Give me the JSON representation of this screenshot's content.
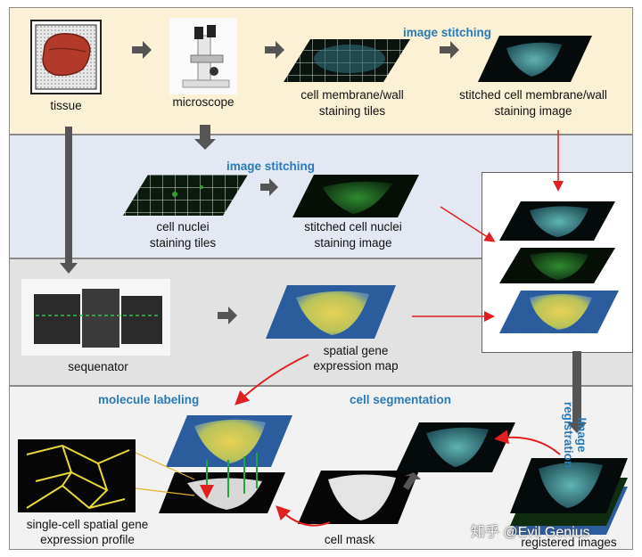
{
  "colors": {
    "panel1_bg": "#fbf1d5",
    "panel2_bg": "#e4e8f2",
    "panel3_bg": "#e2e2e2",
    "panel4_bg": "#f2f2f2",
    "title_blue": "#2a7ab8",
    "red_arrow": "#e02020",
    "gray_arrow": "#555555"
  },
  "panel1": {
    "tissue": "tissue",
    "microscope": "microscope",
    "membrane_tiles_l1": "cell membrane/wall",
    "membrane_tiles_l2": "staining tiles",
    "stitching_title": "image stitching",
    "stitched_membrane_l1": "stitched cell membrane/wall",
    "stitched_membrane_l2": "staining image"
  },
  "panel2": {
    "stitching_title": "image stitching",
    "nuclei_tiles_l1": "cell nuclei",
    "nuclei_tiles_l2": "staining tiles",
    "stitched_nuclei_l1": "stitched cell nuclei",
    "stitched_nuclei_l2": "staining image"
  },
  "panel3": {
    "sequenator": "sequenator",
    "expression_map_l1": "spatial gene",
    "expression_map_l2": "expression map"
  },
  "panel4": {
    "molecule_labeling": "molecule labeling",
    "cell_segmentation": "cell segmentation",
    "image_registration_l1": "Image",
    "image_registration_l2": "registration",
    "profile_l1": "single-cell spatial gene",
    "profile_l2": "expression profile",
    "cell_mask": "cell mask",
    "registered_images": "registered images"
  },
  "watermark": "知乎 @Evil Genius"
}
